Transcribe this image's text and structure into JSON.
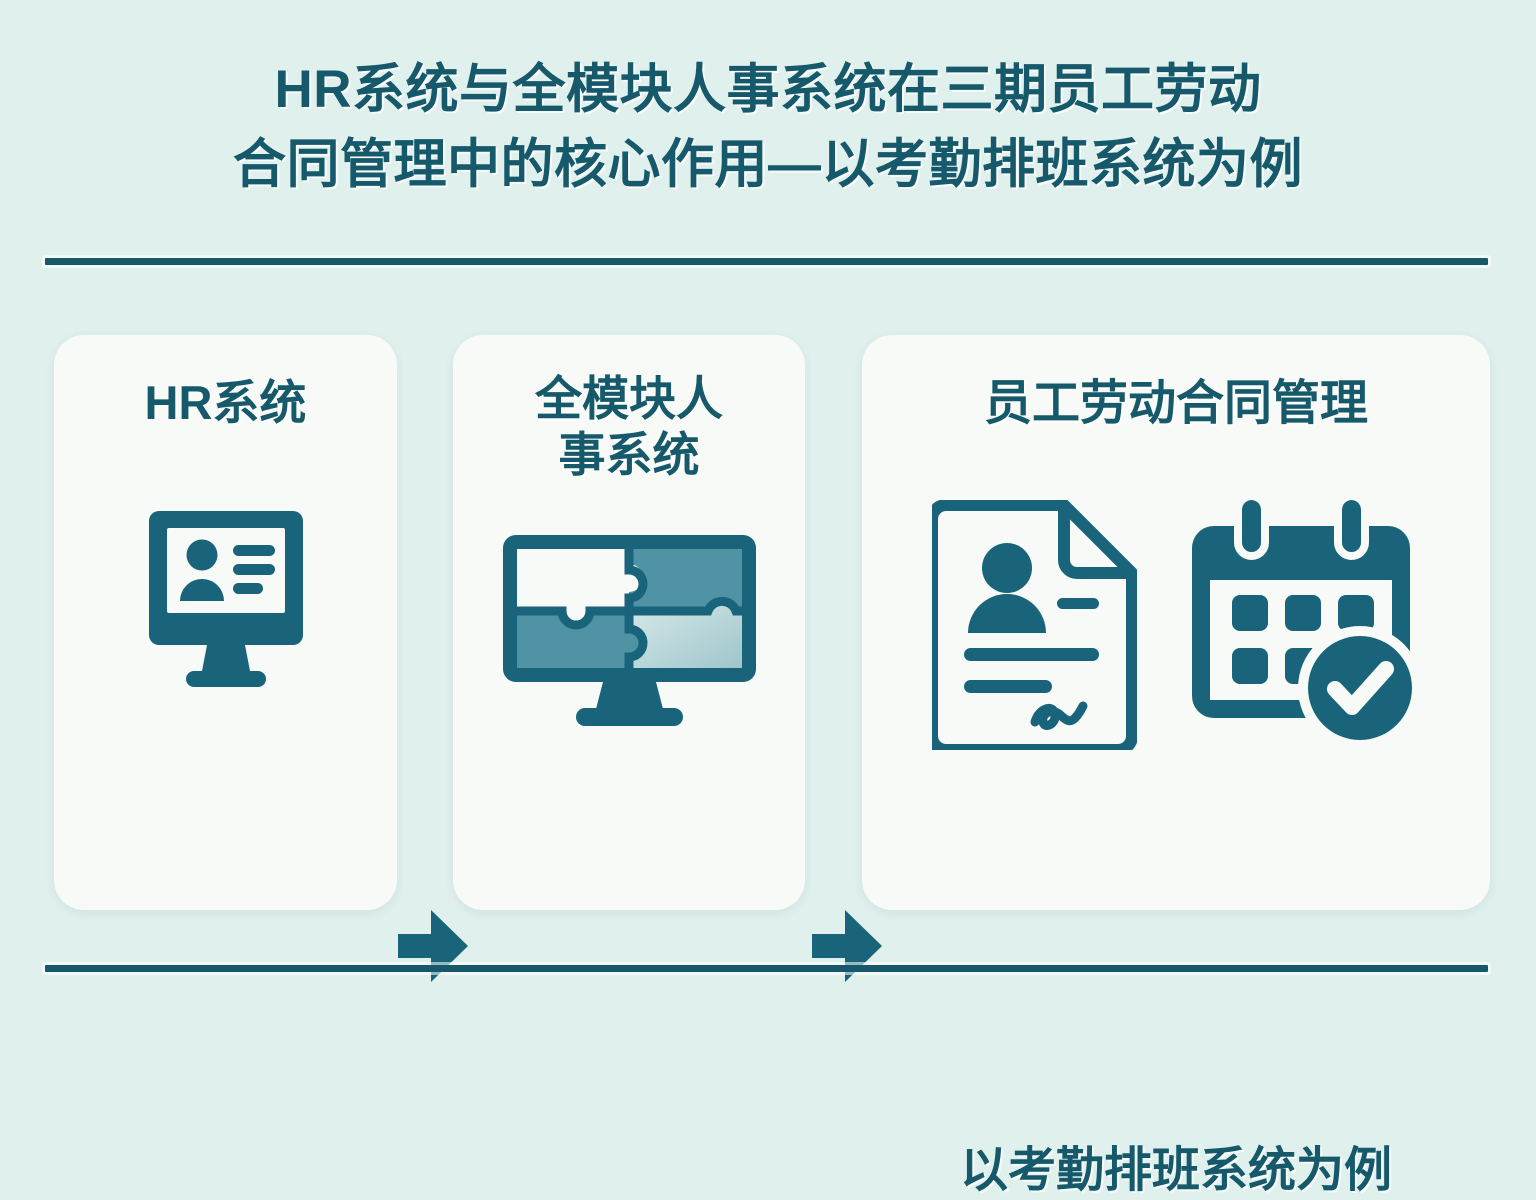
{
  "page": {
    "background_color": "#dff0ed",
    "accent_color": "#16596b",
    "card_background": "#f7faf6"
  },
  "title": {
    "line1": "HR系统与全模块人事系统在三期员工劳动",
    "line2": "合同管理中的核心作用—以考勤排班系统为例"
  },
  "cards": [
    {
      "id": "hr-system",
      "title": "HR系统",
      "icon": "monitor-profile-icon"
    },
    {
      "id": "full-module-hr",
      "title_line1": "全模块人",
      "title_line2": "事系统",
      "icon": "monitor-puzzle-icon"
    },
    {
      "id": "employee-contract-management",
      "title": "员工劳动合同管理",
      "caption": "以考勤排班系统为例",
      "icon_document": "signed-document-person-icon",
      "icon_calendar": "calendar-check-icon"
    }
  ],
  "arrows": [
    {
      "id": "arrow-1",
      "direction": "right"
    },
    {
      "id": "arrow-2",
      "direction": "right"
    }
  ],
  "dividers": [
    {
      "id": "divider-top"
    },
    {
      "id": "divider-bottom"
    }
  ],
  "colors": {
    "teal_dark": "#16596b",
    "teal_icon": "#19647a",
    "puzzle_mid": "#4e8fa0",
    "puzzle_light": "#bcd9da",
    "puzzle_white": "#f7faf6"
  }
}
